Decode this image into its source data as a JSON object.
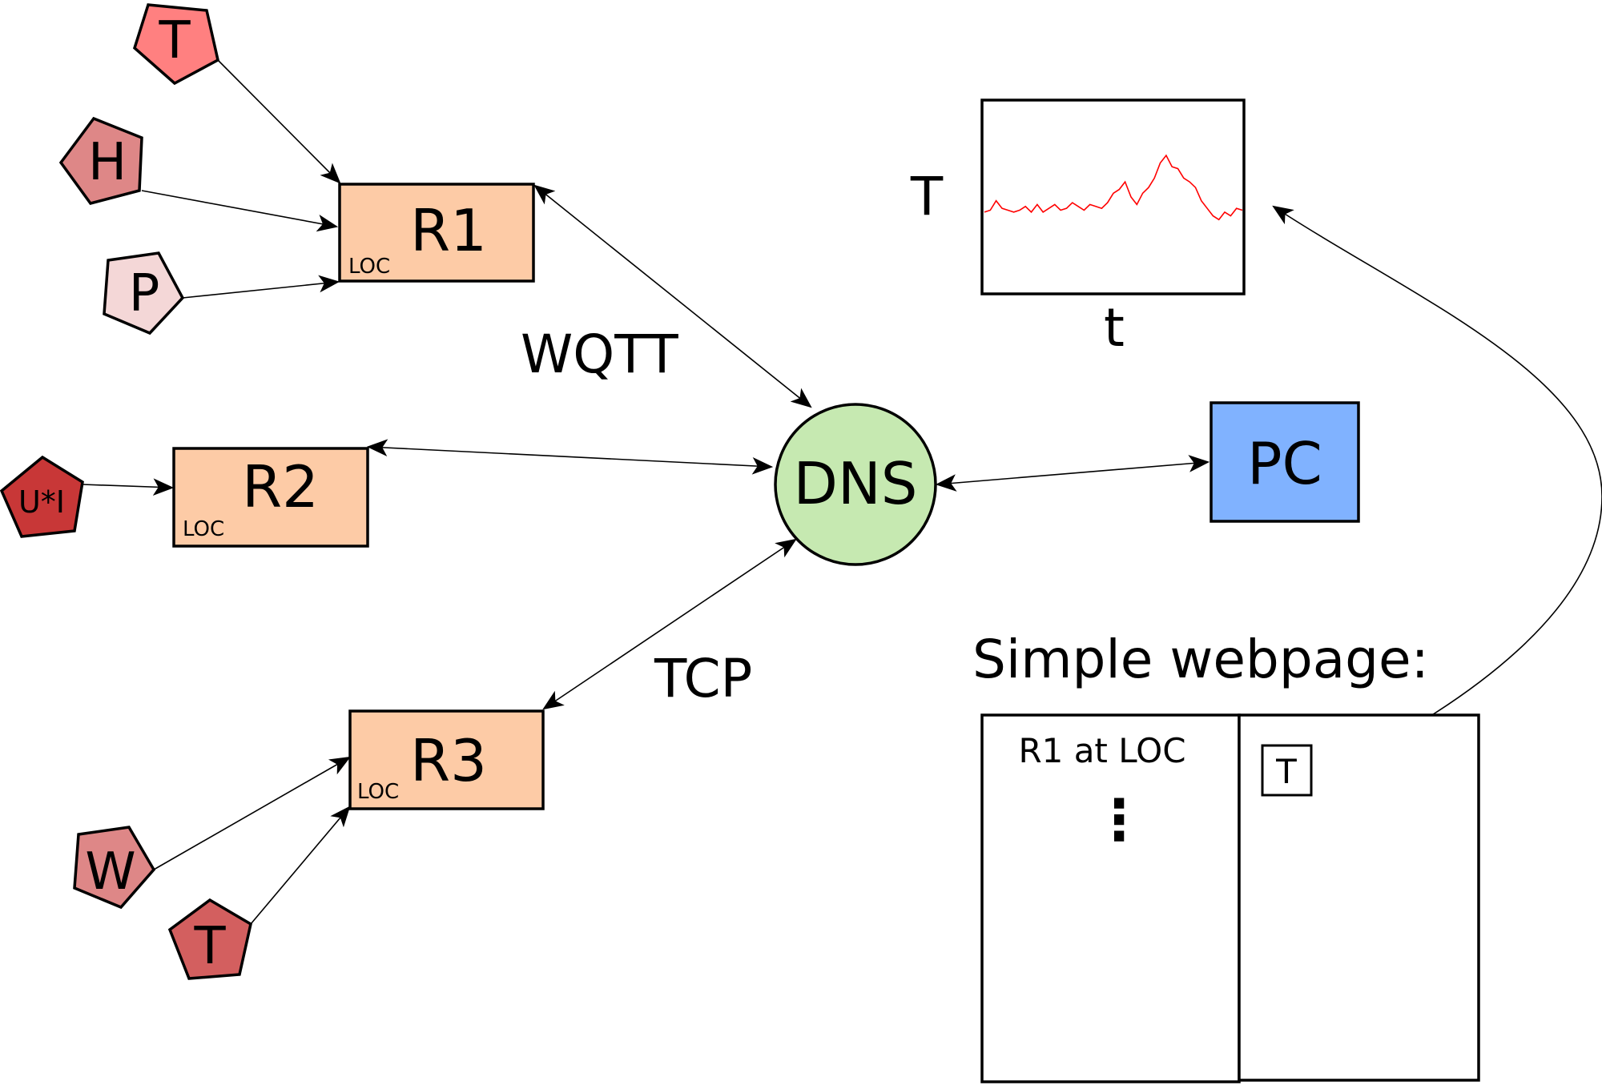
{
  "colors": {
    "router_fill": "#fdcba6",
    "dns_fill": "#c6e9b1",
    "pc_fill": "#80b2ff",
    "sensor_t_light": "#ff8080",
    "sensor_h": "#de8787",
    "sensor_p": "#f4d7d7",
    "sensor_ui": "#c83737",
    "sensor_w": "#de8787",
    "sensor_t_dark": "#d35f5f",
    "plot_line": "#ff0000"
  },
  "sensors": {
    "r1_t": "T",
    "r1_h": "H",
    "r1_p": "P",
    "r2_ui": "U*I",
    "r3_w": "W",
    "r3_t": "T"
  },
  "routers": {
    "r1": {
      "label": "R1",
      "loc": "LOC"
    },
    "r2": {
      "label": "R2",
      "loc": "LOC"
    },
    "r3": {
      "label": "R3",
      "loc": "LOC"
    }
  },
  "hub": {
    "label": "DNS"
  },
  "pc": {
    "label": "PC"
  },
  "protocols": {
    "top": "WQTT",
    "bottom": "TCP"
  },
  "plot": {
    "ylabel": "T",
    "xlabel": "t"
  },
  "webpage": {
    "title": "Simple webpage:",
    "entry": "R1 at LOC",
    "ellipsis": "⋮",
    "button": "T"
  },
  "chart_data": {
    "type": "line",
    "title": "",
    "xlabel": "t",
    "ylabel": "T",
    "series": [
      {
        "values": [
          0.42,
          0.43,
          0.48,
          0.44,
          0.43,
          0.42,
          0.43,
          0.45,
          0.42,
          0.46,
          0.42,
          0.44,
          0.46,
          0.43,
          0.44,
          0.47,
          0.45,
          0.43,
          0.46,
          0.45,
          0.44,
          0.47,
          0.52,
          0.54,
          0.58,
          0.5,
          0.46,
          0.52,
          0.55,
          0.6,
          0.68,
          0.72,
          0.66,
          0.65,
          0.6,
          0.58,
          0.55,
          0.48,
          0.44,
          0.4,
          0.38,
          0.42,
          0.4,
          0.44,
          0.43
        ]
      }
    ]
  }
}
